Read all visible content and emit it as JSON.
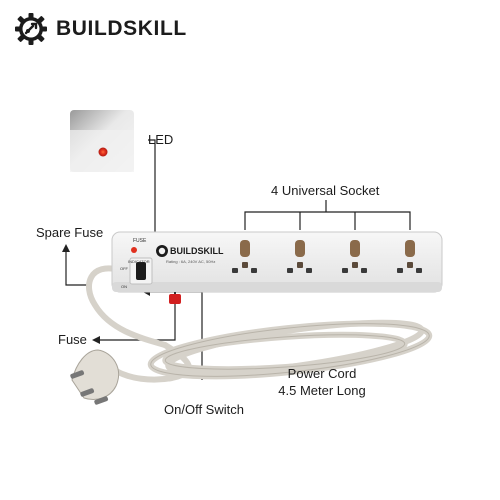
{
  "brand": {
    "name": "BUILDSKILL",
    "logo_icon": "gear-tool-icon"
  },
  "strip": {
    "brand": "BUILDSKILL",
    "fuse_text": "FUSE",
    "indicator_text": "INDICATOR",
    "rating": "Rating : 6A, 240V AC, 50Hz",
    "off_text": "OFF",
    "on_text": "ON"
  },
  "labels": {
    "led": "LED",
    "sockets": "4 Universal Socket",
    "spare_fuse": "Spare Fuse",
    "fuse": "Fuse",
    "power_cord_line1": "Power Cord",
    "power_cord_line2": "4.5 Meter Long",
    "switch": "On/Off Switch"
  },
  "colors": {
    "strip_body": "#ececec",
    "cord": "#d6d2ca",
    "led_red": "#e0301e",
    "switch_red": "#d21f1f",
    "callout_line": "#222222"
  }
}
